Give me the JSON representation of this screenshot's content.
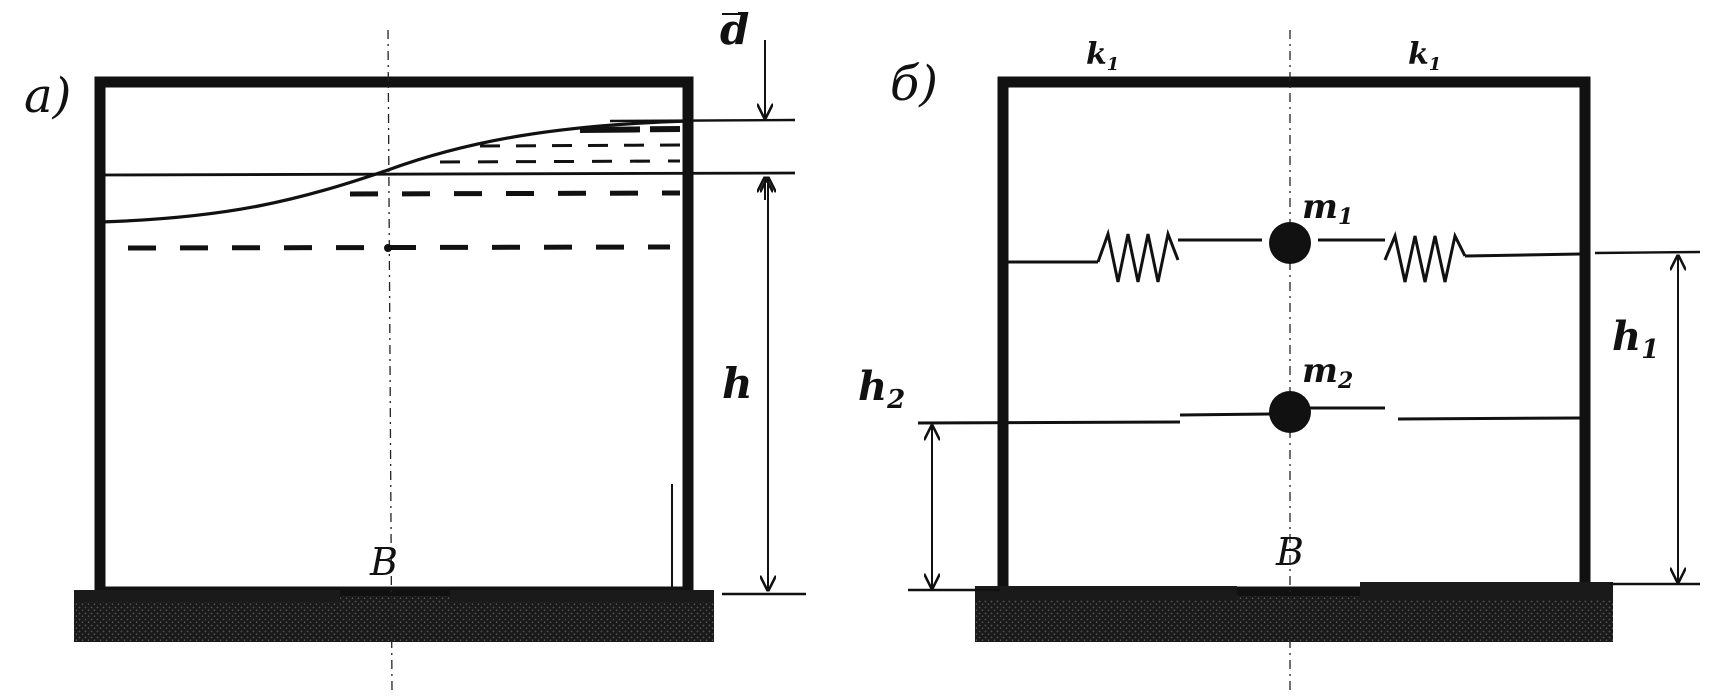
{
  "panel_a": {
    "label": "а)",
    "top_dim_label": "d",
    "height_label": "h",
    "bottom_label": "B"
  },
  "panel_b": {
    "label": "б)",
    "k_left": "k",
    "k_left_sub": "1",
    "k_right": "k",
    "k_right_sub": "1",
    "m1": "m",
    "m1_sub": "1",
    "m2": "m",
    "m2_sub": "2",
    "h1": "h",
    "h1_sub": "1",
    "h2": "h",
    "h2_sub": "2",
    "bottom_label": "B"
  },
  "colors": {
    "ink": "#111111",
    "ground": "#222222"
  }
}
